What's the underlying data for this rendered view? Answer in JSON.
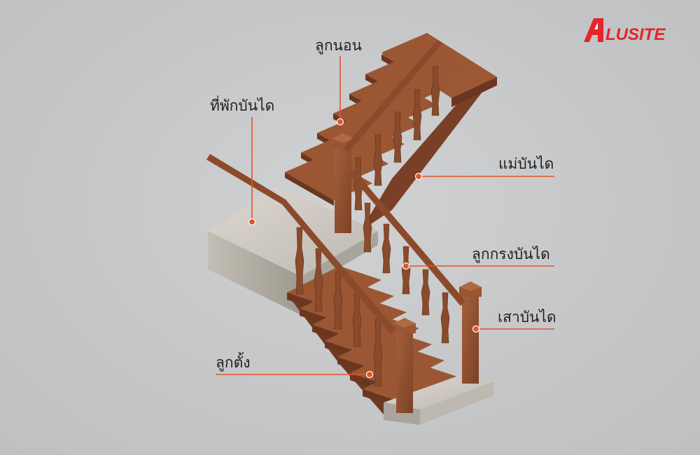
{
  "brand": {
    "logo_text": "LUSITE",
    "logo_initial": "A",
    "color": "#e3262c"
  },
  "labels": {
    "tread": "ลูกนอน",
    "landing": "ที่พักบันได",
    "stringer": "แม่บันได",
    "baluster": "ลูกกรงบันได",
    "newel_post": "เสาบันได",
    "riser": "ลูกตั้ง"
  },
  "colors": {
    "callout": "#e2542a",
    "wood": "#8a4a2c",
    "wood_dark": "#5e301b",
    "wood_light": "#a8623d",
    "stone": "#d6d2cb",
    "stone_dark": "#a9a49c"
  }
}
